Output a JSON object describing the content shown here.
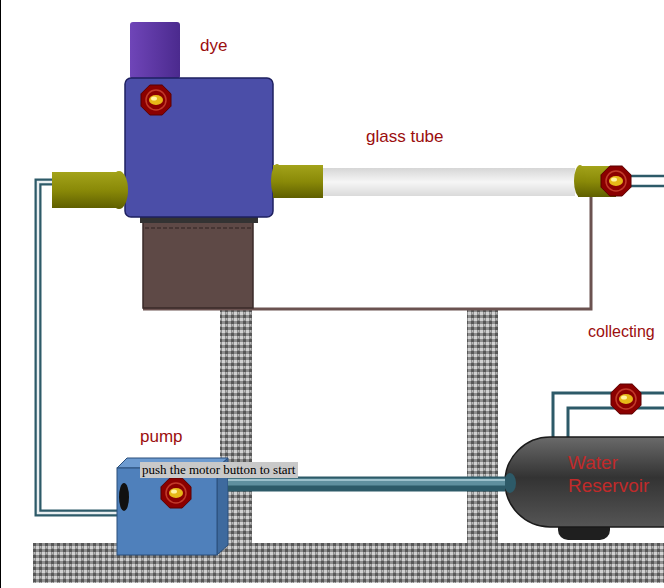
{
  "diagram": {
    "nodes": [
      {
        "text": [
          "dye"
        ]
      },
      {
        "text": [
          "glass tube"
        ]
      },
      {
        "text": [
          "pump"
        ]
      },
      {
        "text": [
          "push the motor button to start"
        ]
      },
      {
        "text": [
          "Water Reservoir"
        ]
      }
    ],
    "edges": [
      {
        "from": 2,
        "to": 4,
        "arrow": "none"
      }
    ],
    "labels": [
      "collecting"
    ]
  }
}
